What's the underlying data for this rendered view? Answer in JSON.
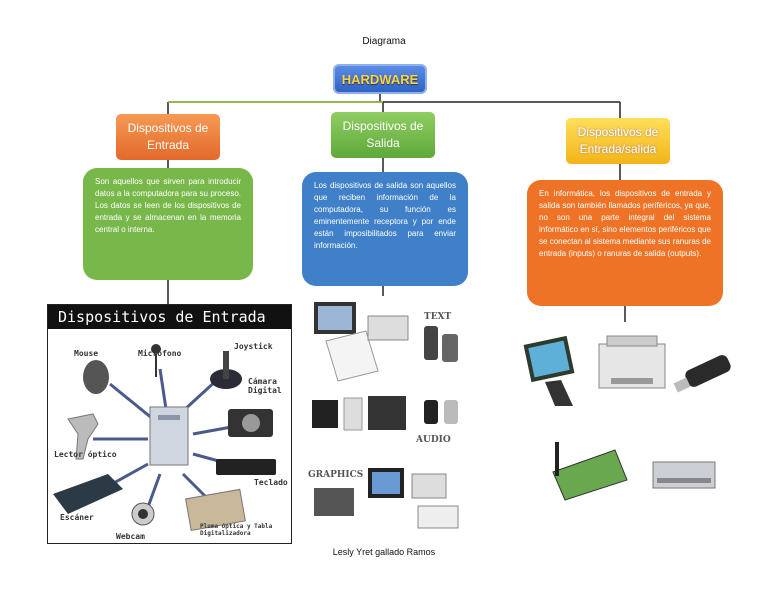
{
  "title": "Diagrama",
  "root": "HARDWARE",
  "categories": [
    {
      "label": "Dispositivos de Entrada"
    },
    {
      "label": "Dispositivos de Salida"
    },
    {
      "label": "Dispositivos de Entrada/salida"
    }
  ],
  "descriptions": {
    "input": "Son aquellos que sirven para introducir datos a la computadora para su proceso. Los datos se leen de los dispositivos de entrada y se almacenan en la memoria central o interna.",
    "output": "Los dispositivos de salida son aquellos que reciben información de la computadora, su función es eminentemente receptora y por ende están imposibilitados para enviar información.",
    "io": "En informática, los dispositivos de entrada y salida son también llamados periféricos, ya que, no son una parte integral del sistema informático en sí, sino elementos periféricos que se conectan al sistema mediante sus ranuras de entrada (inputs) o ranuras de salida (outputs)."
  },
  "input_panel": {
    "heading": "Dispositivos de Entrada",
    "labels": {
      "mouse": "Mouse",
      "microfono": "Micrófono",
      "joystick": "Joystick",
      "camara": "Cámara Digital",
      "lector": "Lector óptico",
      "teclado": "Teclado",
      "escaner": "Escáner",
      "webcam": "Webcam",
      "pluma": "Pluma óptica y Tabla Digitalizadora"
    }
  },
  "output_tags": {
    "text": "TEXT",
    "audio": "AUDIO",
    "graphics": "GRAPHICS"
  },
  "footer": "Lesly Yret gallado Ramos"
}
